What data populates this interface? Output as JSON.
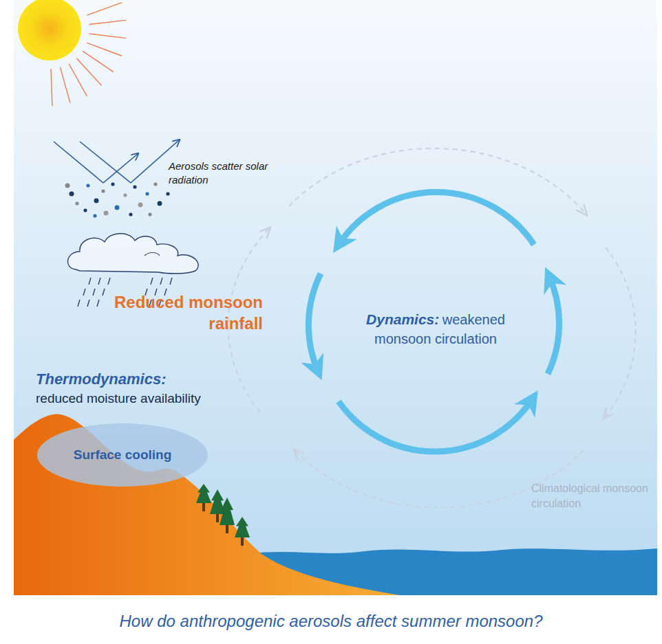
{
  "diagram": {
    "caption": "How do anthropogenic aerosols affect summer monsoon?",
    "nodes": [
      {
        "text": [
          "Surface cooling"
        ]
      }
    ],
    "labels": [
      "Aerosols scatter solar radiation",
      "Reduced monsoon rainfall",
      "Dynamics:",
      "weakened monsoon circulation",
      "Thermodynamics:",
      "reduced moisture availability",
      "Climatological monsoon circulation"
    ]
  }
}
